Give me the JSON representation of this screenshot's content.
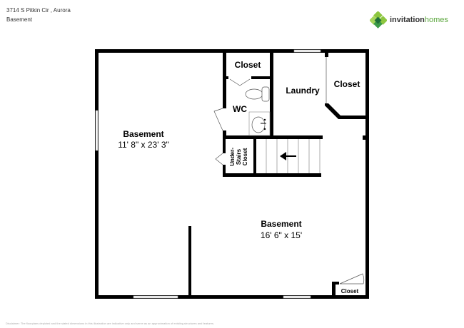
{
  "header": {
    "address": "3714 S Pitkin Cir , Aurora",
    "level": "Basement"
  },
  "logo": {
    "brand_word1": "invitation",
    "brand_word2": "homes",
    "colors": [
      "#8dc63f",
      "#3b9a48",
      "#1f6e3a"
    ]
  },
  "rooms": {
    "closet_top": "Closet",
    "wc": "WC",
    "laundry": "Laundry",
    "closet_right": "Closet",
    "basement_left": {
      "name": "Basement",
      "dims": "11' 8\" x 23' 3\""
    },
    "basement_main": {
      "name": "Basement",
      "dims": "16' 6\" x 15'"
    },
    "under_stairs": [
      "Under-",
      "Stairs",
      "Closet"
    ],
    "closet_bottom": "Closet"
  },
  "disclaimer": "Disclaimer: The floorplans depicted and the stated dimensions in this illustration are indicative only and serve as an approximation of existing structures and features."
}
